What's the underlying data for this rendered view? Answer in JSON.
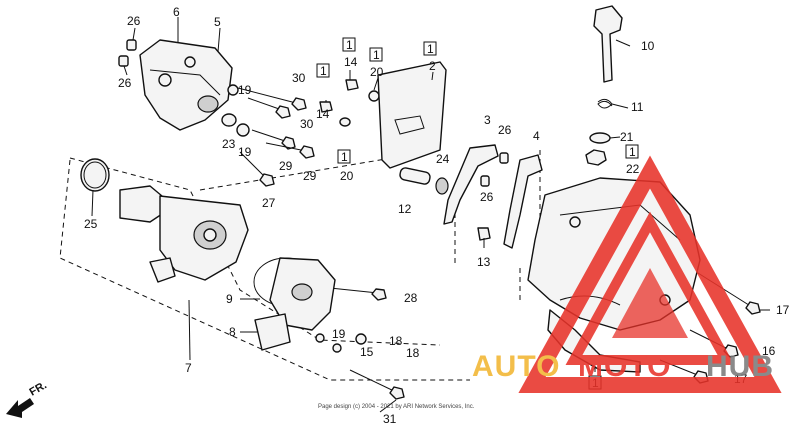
{
  "diagram": {
    "callouts": [
      "1",
      "2",
      "3",
      "4",
      "5",
      "6",
      "7",
      "8",
      "9",
      "10",
      "11",
      "12",
      "13",
      "14",
      "15",
      "16",
      "17",
      "18",
      "19",
      "20",
      "21",
      "22",
      "23",
      "24",
      "25",
      "26",
      "27",
      "28",
      "29",
      "30",
      "31"
    ],
    "boxed_marker": "1",
    "direction_label": "FR.",
    "copyright": "Page design (c) 2004 - 2021 by ARI Network Services, Inc."
  },
  "watermark": {
    "text_auto": "AUTO",
    "text_moto": "MOTO",
    "text_hub": "HUB",
    "color_red": "#e8332a",
    "color_yellow": "#f2b632",
    "color_gray": "#7a7a7a"
  }
}
